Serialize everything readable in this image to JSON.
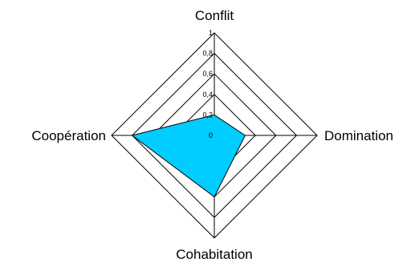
{
  "chart_data": {
    "type": "radar",
    "axes": [
      "Conflit",
      "Domination",
      "Cohabitation",
      "Coopération"
    ],
    "ticks": [
      "0",
      "0,2",
      "0,4",
      "0,6",
      "0,8",
      "1"
    ],
    "rmax": 1,
    "series": [
      {
        "values": [
          0.2,
          0.3,
          0.6,
          0.8
        ]
      }
    ],
    "colors": {
      "fill": "#00CCFF",
      "stroke": "#000000",
      "grid": "#000000"
    }
  }
}
